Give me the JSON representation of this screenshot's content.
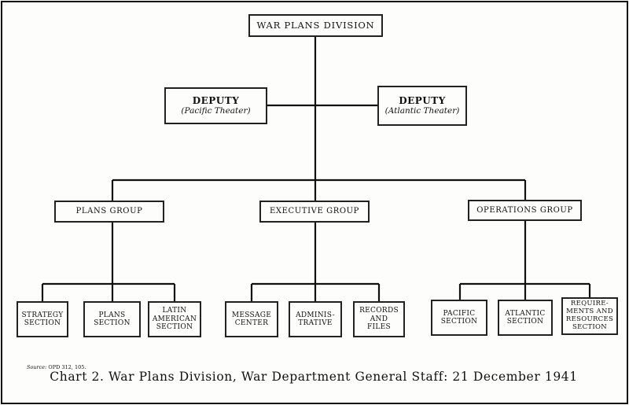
{
  "top": {
    "label": "WAR PLANS DIVISION"
  },
  "deputies": [
    {
      "title": "DEPUTY",
      "subtitle": "(Pacific Theater)"
    },
    {
      "title": "DEPUTY",
      "subtitle": "(Atlantic Theater)"
    }
  ],
  "groups": [
    {
      "label": "PLANS GROUP",
      "sections": [
        "STRATEGY\nSECTION",
        "PLANS\nSECTION",
        "LATIN\nAMERICAN\nSECTION"
      ]
    },
    {
      "label": "EXECUTIVE GROUP",
      "sections": [
        "MESSAGE\nCENTER",
        "ADMINIS-\nTRATIVE",
        "RECORDS\nAND\nFILES"
      ]
    },
    {
      "label": "OPERATIONS GROUP",
      "sections": [
        "PACIFIC\nSECTION",
        "ATLANTIC\nSECTION",
        "REQUIRE-\nMENTS AND\nRESOURCES\nSECTION"
      ]
    }
  ],
  "source": {
    "label": "Source:",
    "value": "OPD 312, 105."
  },
  "caption": "Chart 2. War Plans Division, War Department General Staff: 21 December 1941"
}
